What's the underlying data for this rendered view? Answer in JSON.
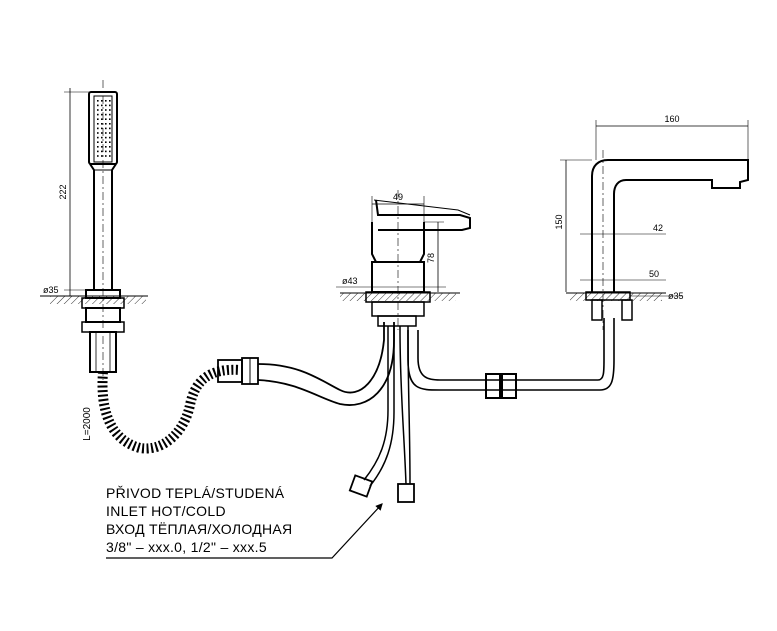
{
  "dimensions": {
    "shower_height": "222",
    "shower_diameter": "ø35",
    "hose_length": "L=2000",
    "mixer_width": "49",
    "mixer_height": "78",
    "mixer_diameter": "ø43",
    "spout_reach": "160",
    "spout_height": "150",
    "spout_42": "42",
    "spout_50": "50",
    "spout_diameter": "ø35"
  },
  "note": {
    "line1": "PŘIVOD TEPLÁ/STUDENÁ",
    "line2": "INLET HOT/COLD",
    "line3": "ВХОД ТЁПЛАЯ/ХОЛОДНАЯ",
    "line4": "3/8\" – xxx.0, 1/2\" – xxx.5"
  }
}
